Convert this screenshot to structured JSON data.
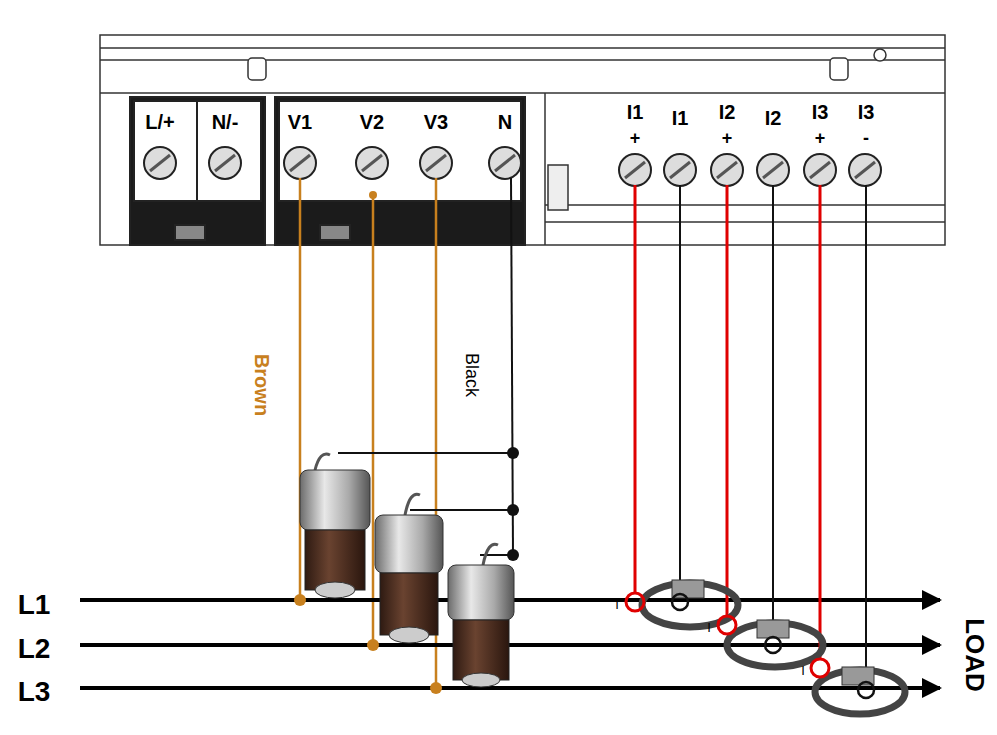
{
  "diagram": {
    "labels": [
      "L/+",
      "N/-",
      "V1",
      "V2",
      "V3",
      "N",
      "I1",
      "+",
      "I1",
      "I2",
      "+",
      "I2",
      "I3",
      "+",
      "I3",
      "-",
      "Brown",
      "Black",
      "L1",
      "L2",
      "L3",
      "I",
      "I",
      "I",
      "LOAD"
    ]
  }
}
